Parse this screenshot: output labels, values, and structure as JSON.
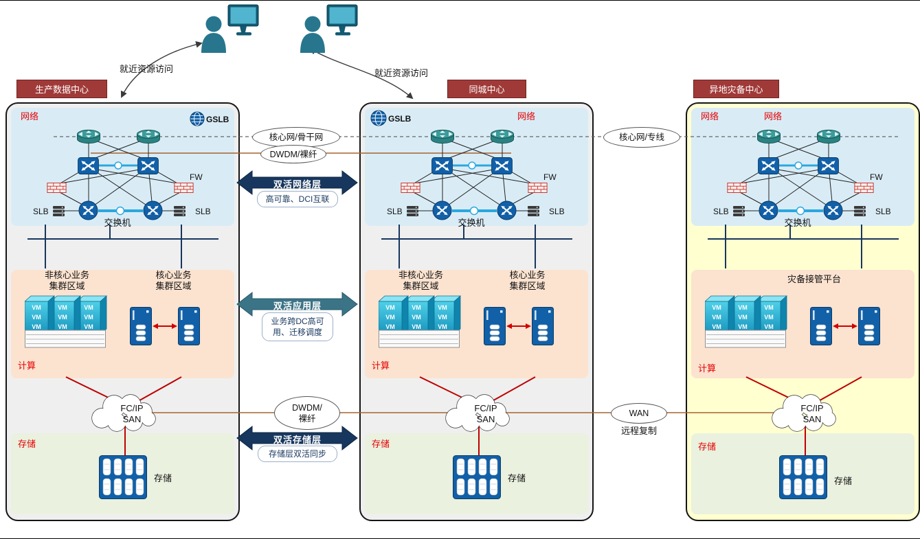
{
  "top": {
    "access_left": "就近资源访问",
    "access_right": "就近资源访问"
  },
  "common": {
    "vm": "VM"
  },
  "datacenters": [
    {
      "title": "生产数据中心",
      "network": {
        "label": "网络",
        "gslb": "GSLB",
        "fw": "FW",
        "slb_left": "SLB",
        "slb_right": "SLB",
        "switch": "交换机"
      },
      "compute": {
        "label": "计算",
        "noncore_line1": "非核心业务",
        "noncore_line2": "集群区域",
        "core_line1": "核心业务",
        "core_line2": "集群区域"
      },
      "storage": {
        "label": "存储",
        "san_line1": "FC/IP",
        "san_line2": "SAN",
        "device": "存储"
      }
    },
    {
      "title": "同城中心",
      "network": {
        "label": "网络",
        "gslb": "GSLB",
        "fw": "FW",
        "slb_left": "SLB",
        "slb_right": "SLB",
        "switch": "交换机"
      },
      "compute": {
        "label": "计算",
        "noncore_line1": "非核心业务",
        "noncore_line2": "集群区域",
        "core_line1": "核心业务",
        "core_line2": "集群区域"
      },
      "storage": {
        "label": "存储",
        "san_line1": "FC/IP",
        "san_line2": "SAN",
        "device": "存储"
      }
    },
    {
      "title": "异地灾备中心",
      "network": {
        "label_left": "网络",
        "label_right": "网络",
        "fw": "FW",
        "slb_left": "SLB",
        "slb_right": "SLB",
        "switch": "交换机"
      },
      "compute": {
        "label": "计算",
        "platform": "灾备接管平台"
      },
      "storage": {
        "label": "存储",
        "san_line1": "FC/IP",
        "san_line2": "SAN",
        "device": "存储"
      }
    }
  ],
  "links": {
    "core_backbone": "核心网/骨干网",
    "dwdm_top": "DWDM/裸纤",
    "network_layer": {
      "title": "双活网络层",
      "desc": "高可靠、DCI互联"
    },
    "app_layer": {
      "title": "双活应用层",
      "desc_line1": "业务跨DC高可",
      "desc_line2": "用、迁移调度"
    },
    "storage_layer": {
      "title": "双活存储层",
      "desc": "存储层双活同步"
    },
    "dwdm_bottom_line1": "DWDM/",
    "dwdm_bottom_line2": "裸纤",
    "core_private": "核心网/专线",
    "wan": "WAN",
    "wan_desc": "远程复制"
  }
}
